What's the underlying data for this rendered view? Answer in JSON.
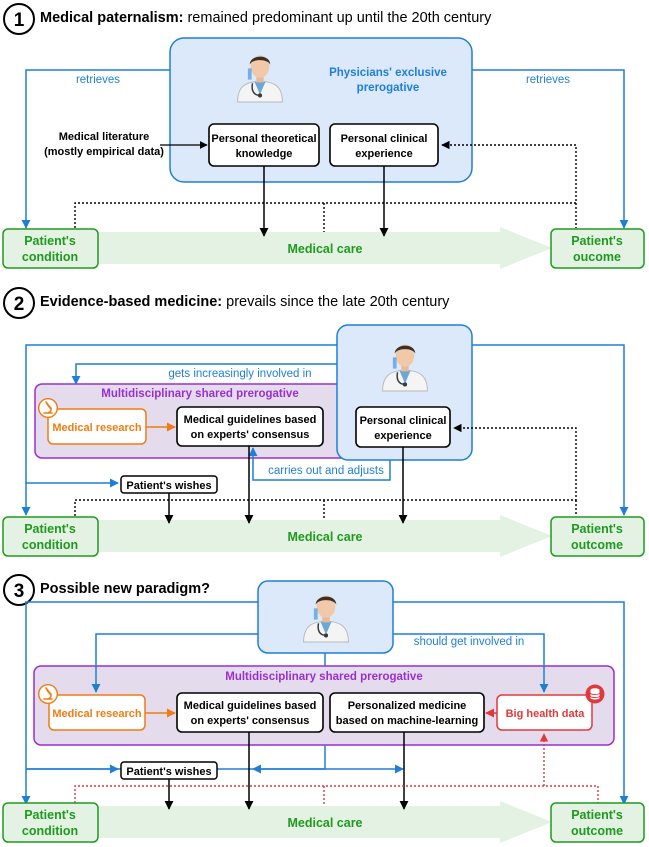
{
  "colors": {
    "blue": "#1f7fd6",
    "green": "#1f9a1f",
    "purple": "#9a2fd0",
    "orange": "#f07c14",
    "red": "#e0393b",
    "blue_fill": "#dbe9fb",
    "purple_fill": "#e4dced",
    "green_fill": "#e3f2e3"
  },
  "section1": {
    "number": "1",
    "title_bold": "Medical paternalism:",
    "title_rest": " remained predominant up until the 20th century",
    "prerogative_line1": "Physicians' exclusive",
    "prerogative_line2": "prerogative",
    "retrieves_left": "retrieves",
    "retrieves_right": "retrieves",
    "literature_line1": "Medical literature",
    "literature_line2": "(mostly empirical data)",
    "knowledge_line1": "Personal theoretical",
    "knowledge_line2": "knowledge",
    "experience_line1": "Personal clinical",
    "experience_line2": "experience",
    "condition_line1": "Patient's",
    "condition_line2": "condition",
    "care": "Medical care",
    "outcome_line1": "Patient's",
    "outcome_line2": "oucome",
    "icon": "physician-icon"
  },
  "section2": {
    "number": "2",
    "title_bold": "Evidence-based medicine:",
    "title_rest": " prevails since the late 20th century",
    "involved": "gets increasingly involved in",
    "shared": "Multidisciplinary shared prerogative",
    "research": "Medical research",
    "guidelines_line1": "Medical guidelines based",
    "guidelines_line2": "on experts' consensus",
    "experience_line1": "Personal clinical",
    "experience_line2": "experience",
    "carries": "carries out and adjusts",
    "wishes": "Patient's wishes",
    "condition_line1": "Patient's",
    "condition_line2": "condition",
    "care": "Medical care",
    "outcome_line1": "Patient's",
    "outcome_line2": "outcome",
    "icon": "physician-icon",
    "research_icon": "microscope-icon"
  },
  "section3": {
    "number": "3",
    "title_bold": "Possible new paradigm?",
    "should": "should get involved in",
    "shared": "Multidisciplinary shared prerogative",
    "research": "Medical research",
    "guidelines_line1": "Medical guidelines based",
    "guidelines_line2": "on experts' consensus",
    "personalized_line1": "Personalized medicine",
    "personalized_line2": "based on machine-learning",
    "bigdata": "Big health data",
    "wishes": "Patient's wishes",
    "condition_line1": "Patient's",
    "condition_line2": "condition",
    "care": "Medical care",
    "outcome_line1": "Patient's",
    "outcome_line2": "outcome",
    "icon": "physician-icon",
    "research_icon": "microscope-icon",
    "data_icon": "database-icon"
  }
}
